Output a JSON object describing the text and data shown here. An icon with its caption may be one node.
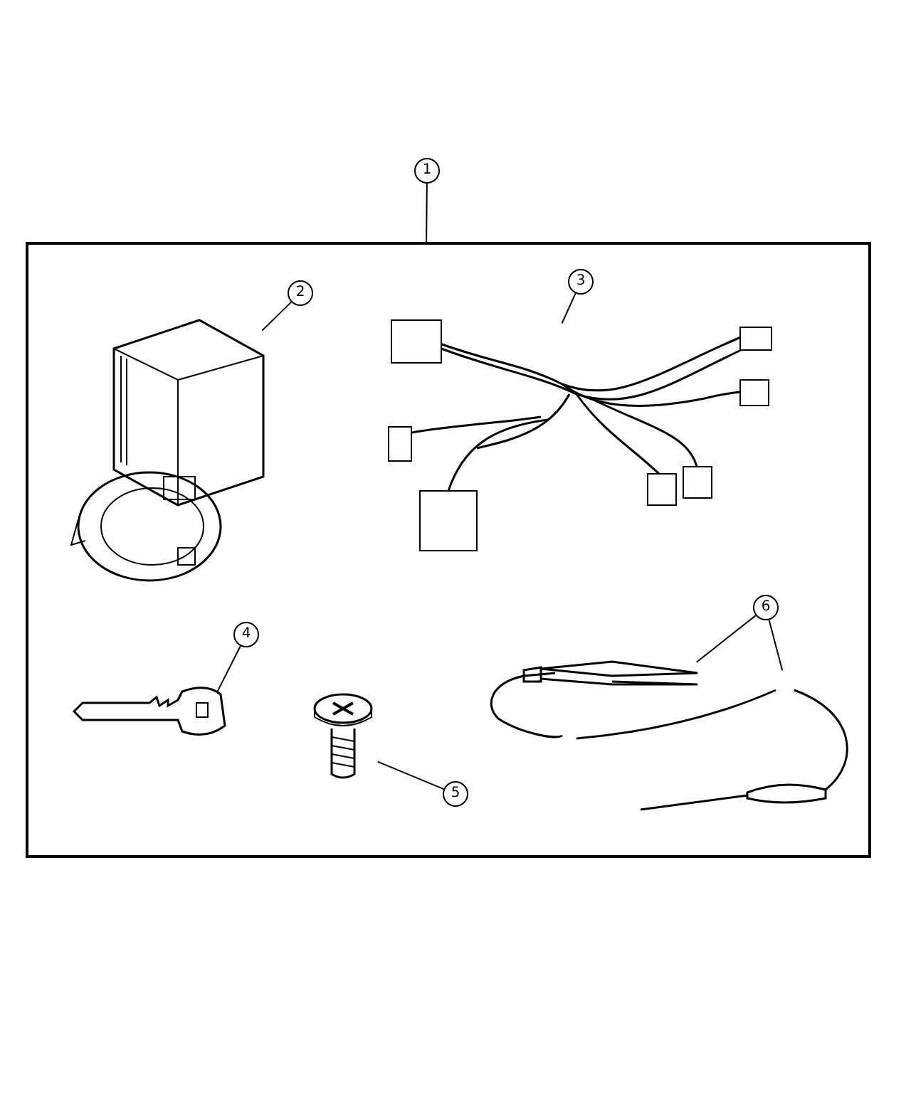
{
  "diagram": {
    "nodes": [
      {
        "text": [
          "1"
        ]
      },
      {
        "text": [],
        "shape": "box"
      },
      {
        "text": [
          "2"
        ],
        "in": 1
      },
      {
        "text": [],
        "shape": "picture",
        "in": 1
      },
      {
        "text": [
          "3"
        ],
        "in": 1
      },
      {
        "text": [],
        "shape": "picture",
        "in": 1
      },
      {
        "text": [
          "4"
        ],
        "in": 1
      },
      {
        "text": [],
        "shape": "picture",
        "in": 1
      },
      {
        "text": [
          "5"
        ],
        "in": 1
      },
      {
        "text": [],
        "shape": "picture",
        "in": 1
      },
      {
        "text": [
          "6"
        ],
        "in": 1
      },
      {
        "text": [],
        "shape": "picture",
        "in": 1
      }
    ],
    "edges": [
      {
        "from": 0,
        "to": 1,
        "arrow": "none"
      },
      {
        "from": 2,
        "to": 3,
        "arrow": "none"
      },
      {
        "from": 4,
        "to": 5,
        "arrow": "none"
      },
      {
        "from": 6,
        "to": 7,
        "arrow": "none"
      },
      {
        "from": 8,
        "to": 9,
        "arrow": "none"
      },
      {
        "from": 10,
        "to": 11,
        "arrow": "none"
      },
      {
        "from": 10,
        "to": 11,
        "arrow": "none"
      }
    ]
  }
}
